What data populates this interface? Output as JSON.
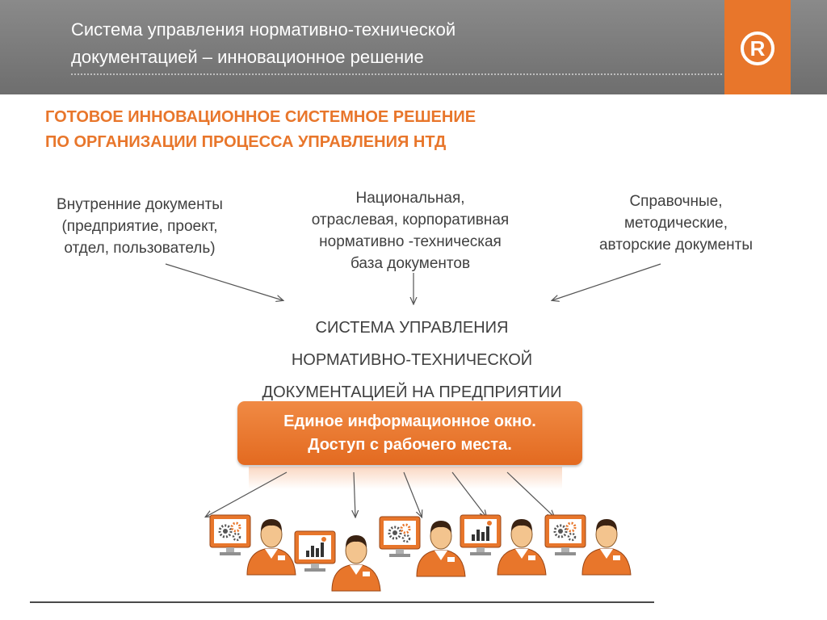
{
  "header": {
    "title_line1": "Система управления нормативно-технической",
    "title_line2": "документацией – инновационное решение",
    "logo_letter": "R",
    "bg_color": "#7a7a7a",
    "logo_color": "#e8762b"
  },
  "subtitle": {
    "line1": "ГОТОВОЕ ИННОВАЦИОННОЕ СИСТЕМНОЕ РЕШЕНИЕ",
    "line2": "ПО ОРГАНИЗАЦИИ ПРОЦЕССА УПРАВЛЕНИЯ НТД",
    "color": "#e8762b"
  },
  "sources": {
    "left": [
      "Внутренние документы",
      "(предприятие, проект,",
      "отдел, пользователь)"
    ],
    "middle": [
      "Национальная,",
      "отраслевая, корпоративная",
      "нормативно -техническая",
      "база документов"
    ],
    "right": [
      "Справочные,",
      "методические,",
      "авторские документы"
    ]
  },
  "system": {
    "line1": "СИСТЕМА УПРАВЛЕНИЯ",
    "line2": "НОРМАТИВНО-ТЕХНИЧЕСКОЙ",
    "line3": "ДОКУМЕНТАЦИЕЙ НА ПРЕДПРИЯТИИ"
  },
  "window": {
    "line1": "Единое информационное окно.",
    "line2": "Доступ с рабочего места.",
    "color": "#e8762b"
  },
  "users": [
    {
      "screen": "gears-icon"
    },
    {
      "screen": "bar-chart-icon"
    },
    {
      "screen": "gears-icon"
    },
    {
      "screen": "bar-chart-icon"
    },
    {
      "screen": "gears-icon"
    }
  ]
}
